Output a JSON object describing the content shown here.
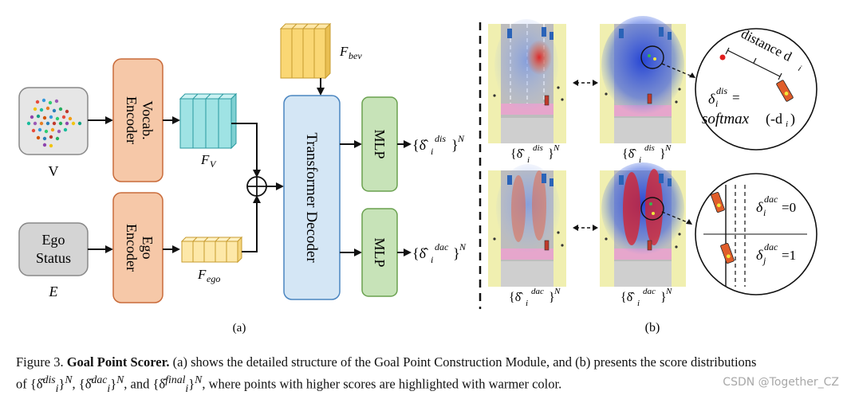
{
  "diagram": {
    "inputs": {
      "vocab_label": "V",
      "ego_status_line1": "Ego",
      "ego_status_line2": "Status",
      "ego_label": "E"
    },
    "encoders": {
      "vocab_line1": "Vocab.",
      "vocab_line2": "Encoder",
      "ego_line1": "Ego",
      "ego_line2": "Encoder"
    },
    "features": {
      "fv": "F",
      "fv_sub": "V",
      "fego": "F",
      "fego_sub": "ego",
      "fbev": "F",
      "fbev_sub": "bev"
    },
    "decoder_label": "Transformer Decoder",
    "mlp_top": "MLP",
    "mlp_bottom": "MLP",
    "outputs": {
      "dis": "{δ̂",
      "dis_sup": "dis",
      "dis_sub": "i",
      "dis_close": "}",
      "dis_pow": "N",
      "dac": "{δ̂",
      "dac_sup": "dac",
      "dac_sub": "i",
      "dac_close": "}",
      "dac_pow": "N"
    },
    "panel_labels": {
      "a": "(a)",
      "b": "(b)"
    },
    "right_panel": {
      "distance_label": "distance d",
      "distance_sub": "i",
      "dis_formula_1": "δ",
      "dis_formula_sup": "dis",
      "dis_formula_sub": "i",
      "dis_formula_eq": "=",
      "dis_formula_2": "softmax",
      "dis_formula_3": "(-d",
      "dis_formula_3sub": "i",
      "dis_formula_4": ")",
      "dac_top": "δ",
      "dac_top_sup": "dac",
      "dac_top_sub": "i",
      "dac_top_val": "=0",
      "dac_bot": "δ",
      "dac_bot_sup": "dac",
      "dac_bot_sub": "j",
      "dac_bot_val": "=1",
      "map_label_dis": "{δ̂",
      "map_label_dac": "{δ̂",
      "map_sup_dis": "dis",
      "map_sup_dac": "dac",
      "map_sub": "i",
      "map_close": "}",
      "map_pow": "N"
    },
    "colors": {
      "encoder": "#f6c8a8",
      "encoder_stroke": "#c96b3a",
      "decoder": "#d4e6f5",
      "decoder_stroke": "#4a85c0",
      "mlp": "#c7e3b8",
      "mlp_stroke": "#6aa14f",
      "fv": "#9fe3e4",
      "fego": "#fde8a8",
      "fbev": "#fad774"
    }
  },
  "caption": {
    "prefix": "Figure 3. ",
    "title": "Goal Point Scorer.",
    "body1": " (a) shows the detailed structure of the Goal Point Construction Module, and (b) presents the score distributions",
    "body2": "of {δ̂",
    "s1_sup": "dis",
    "s1_sub": "i",
    "body3": "}",
    "n1": "N",
    "body4": ", {δ̂",
    "s2_sup": "dac",
    "s2_sub": "i",
    "body5": "}",
    "n2": "N",
    "body6": ", and {δ̂",
    "s3_sup": "final",
    "s3_sub": "i",
    "body7": "}",
    "n3": "N",
    "body8": ", where points with higher scores are highlighted with warmer color."
  },
  "watermark": "CSDN @Together_CZ"
}
